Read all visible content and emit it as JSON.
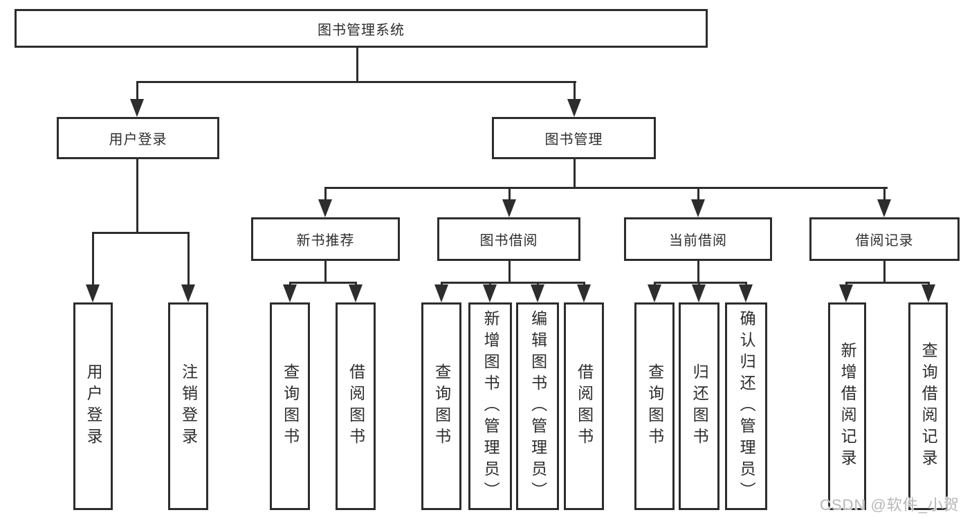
{
  "tree": {
    "root": {
      "label": "图书管理系统",
      "children": [
        {
          "label": "用户登录",
          "children": [
            {
              "label": "用户登录"
            },
            {
              "label": "注销登录"
            }
          ]
        },
        {
          "label": "图书管理",
          "children": [
            {
              "label": "新书推荐",
              "children": [
                {
                  "label": "查询图书"
                },
                {
                  "label": "借阅图书"
                }
              ]
            },
            {
              "label": "图书借阅",
              "children": [
                {
                  "label": "查询图书"
                },
                {
                  "label": "新增图书（管理员）"
                },
                {
                  "label": "编辑图书（管理员）"
                },
                {
                  "label": "借阅图书"
                }
              ]
            },
            {
              "label": "当前借阅",
              "children": [
                {
                  "label": "查询图书"
                },
                {
                  "label": "归还图书"
                },
                {
                  "label": "确认归还（管理员）"
                }
              ]
            },
            {
              "label": "借阅记录",
              "children": [
                {
                  "label": "新增借阅记录"
                },
                {
                  "label": "查询借阅记录"
                }
              ]
            }
          ]
        }
      ]
    }
  },
  "watermark": {
    "text": "CSDN @软件_小贺同学"
  },
  "colors": {
    "line": "#2d2d2d",
    "text": "#2d2d2d",
    "watermark_text": "#b7b7b7",
    "background": "#ffffff"
  }
}
